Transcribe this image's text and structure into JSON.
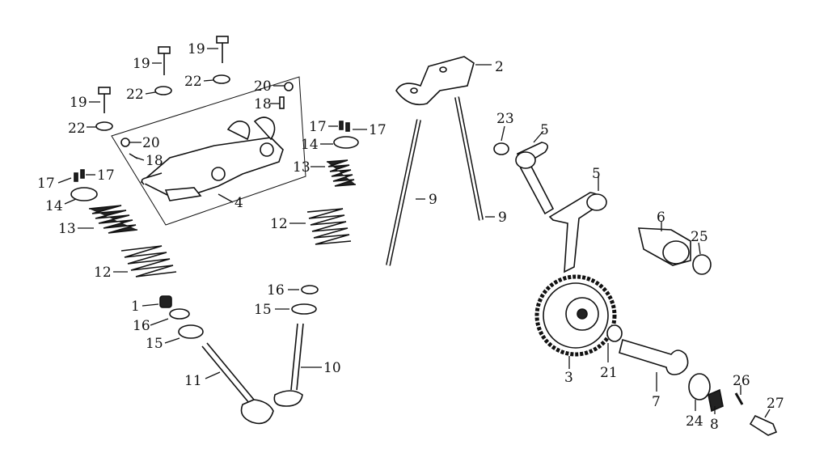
{
  "labels": {
    "l1": "1",
    "l2": "2",
    "l3": "3",
    "l4": "4",
    "l5a": "5",
    "l5b": "5",
    "l6": "6",
    "l7": "7",
    "l8": "8",
    "l9a": "9",
    "l9b": "9",
    "l10": "10",
    "l11": "11",
    "l12a": "12",
    "l12b": "12",
    "l13a": "13",
    "l13b": "13",
    "l14a": "14",
    "l14b": "14",
    "l15a": "15",
    "l15b": "15",
    "l16a": "16",
    "l16b": "16",
    "l17a": "17",
    "l17b": "17",
    "l17c": "17",
    "l17d": "17",
    "l18a": "18",
    "l18b": "18",
    "l19a": "19",
    "l19b": "19",
    "l19c": "19",
    "l20a": "20",
    "l20b": "20",
    "l21": "21",
    "l22a": "22",
    "l22b": "22",
    "l22c": "22",
    "l23": "23",
    "l24": "24",
    "l25": "25",
    "l26": "26",
    "l27": "27"
  }
}
